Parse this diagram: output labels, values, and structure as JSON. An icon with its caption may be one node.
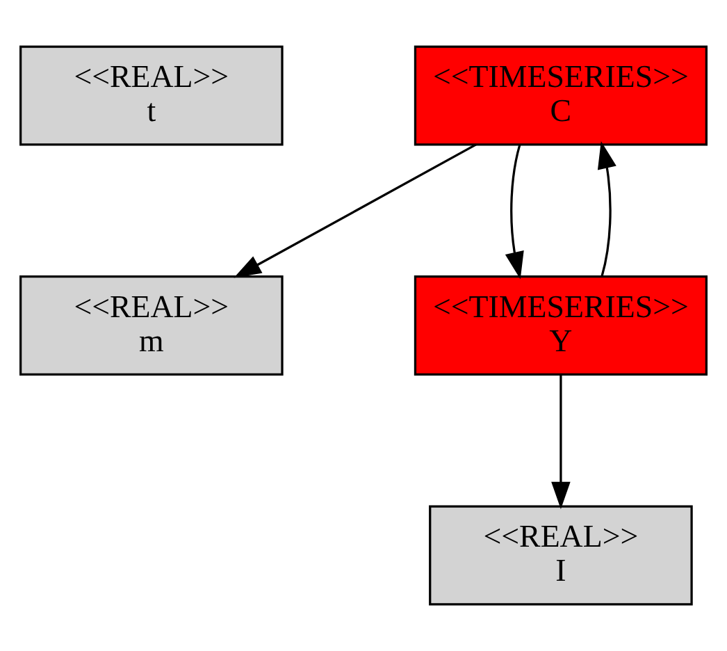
{
  "diagram": {
    "nodes": [
      {
        "text": [
          "<<REAL>>",
          "t"
        ]
      },
      {
        "text": [
          "<<TIMESERIES>>",
          "C"
        ]
      },
      {
        "text": [
          "<<REAL>>",
          "m"
        ]
      },
      {
        "text": [
          "<<TIMESERIES>>",
          "Y"
        ]
      },
      {
        "text": [
          "<<REAL>>",
          "I"
        ]
      }
    ],
    "edges": [
      {
        "from": 1,
        "to": 2,
        "arrow": "to"
      },
      {
        "from": 1,
        "to": 3,
        "arrow": "to"
      },
      {
        "from": 3,
        "to": 1,
        "arrow": "to"
      },
      {
        "from": 3,
        "to": 4,
        "arrow": "to"
      }
    ]
  }
}
